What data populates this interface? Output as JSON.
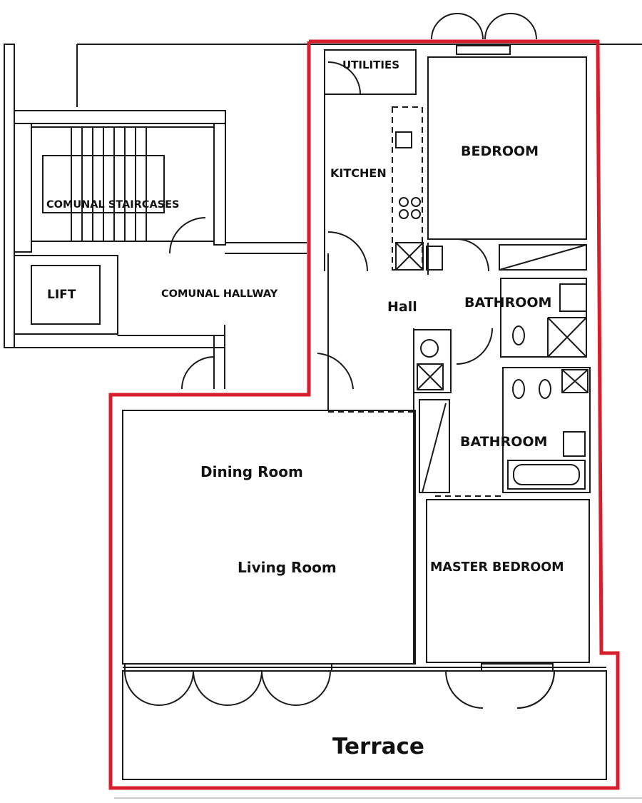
{
  "rooms": {
    "utilities": "UTILITIES",
    "kitchen": "KITCHEN",
    "bedroom": "BEDROOM",
    "staircases": "COMUNAL STAIRCASES",
    "lift": "LIFT",
    "hallway": "COMUNAL HALLWAY",
    "hall": "Hall",
    "bathroom_1": "BATHROOM",
    "bathroom_2": "BATHROOM",
    "dining_room": "Dining Room",
    "living_room": "Living Room",
    "master_bedroom": "MASTER BEDROOM",
    "terrace": "Terrace"
  },
  "colors": {
    "boundary": "#d81e2c",
    "wall": "#1a1a1a",
    "background": "#ffffff"
  }
}
